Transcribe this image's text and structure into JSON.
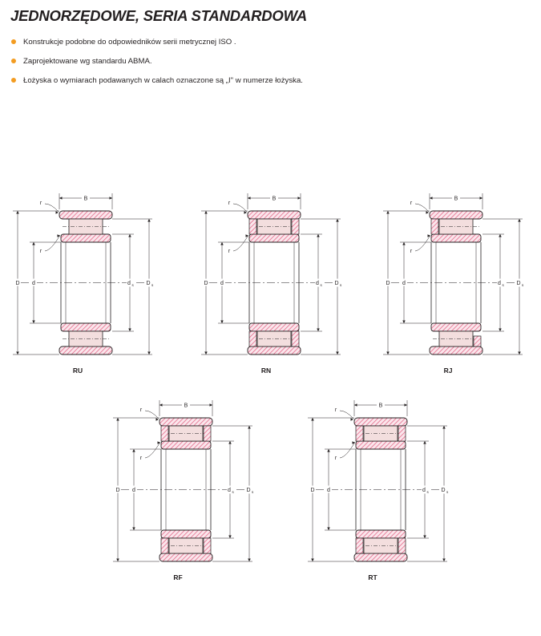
{
  "title": "JEDNORZĘDOWE, SERIA STANDARDOWA",
  "bullets": [
    "Konstrukcje podobne do odpowiedników serii metrycznej ISO .",
    "Zaprojektowane wg standardu ABMA.",
    "Łożyska o wymiarach podawanych w calach oznaczone są „I\" w numerze łożyska."
  ],
  "colors": {
    "bullet": "#f39c21",
    "hatch": "#e26b8a",
    "roller": "#f3dede",
    "line": "#231f20"
  },
  "diagrams": [
    {
      "type": "RU",
      "caption": "RU",
      "labels": {
        "r_top": "r",
        "r_mid": "r",
        "B": "B",
        "D": "D",
        "d": "d",
        "dm": "d",
        "dm_sub": "s",
        "Dm": "D",
        "Dm_sub": "s"
      }
    },
    {
      "type": "RN",
      "caption": "RN",
      "labels": {
        "r_top": "r",
        "r_mid": "r",
        "B": "B",
        "D": "D",
        "d": "d",
        "dm": "d",
        "dm_sub": "s",
        "Dm": "D",
        "Dm_sub": "s"
      }
    },
    {
      "type": "RJ",
      "caption": "RJ",
      "labels": {
        "r_top": "r",
        "r_mid": "r",
        "B": "B",
        "D": "D",
        "d": "d",
        "dm": "d",
        "dm_sub": "s",
        "Dm": "D",
        "Dm_sub": "s"
      }
    },
    {
      "type": "RF",
      "caption": "RF",
      "labels": {
        "r_top": "r",
        "r_mid": "r",
        "B": "B",
        "D": "D",
        "d": "d",
        "dm": "d",
        "dm_sub": "s",
        "Dm": "D",
        "Dm_sub": "s"
      }
    },
    {
      "type": "RT",
      "caption": "RT",
      "labels": {
        "r_top": "r",
        "r_mid": "r",
        "B": "B",
        "D": "D",
        "d": "d",
        "dm": "d",
        "dm_sub": "s",
        "Dm": "D",
        "Dm_sub": "s"
      }
    }
  ]
}
